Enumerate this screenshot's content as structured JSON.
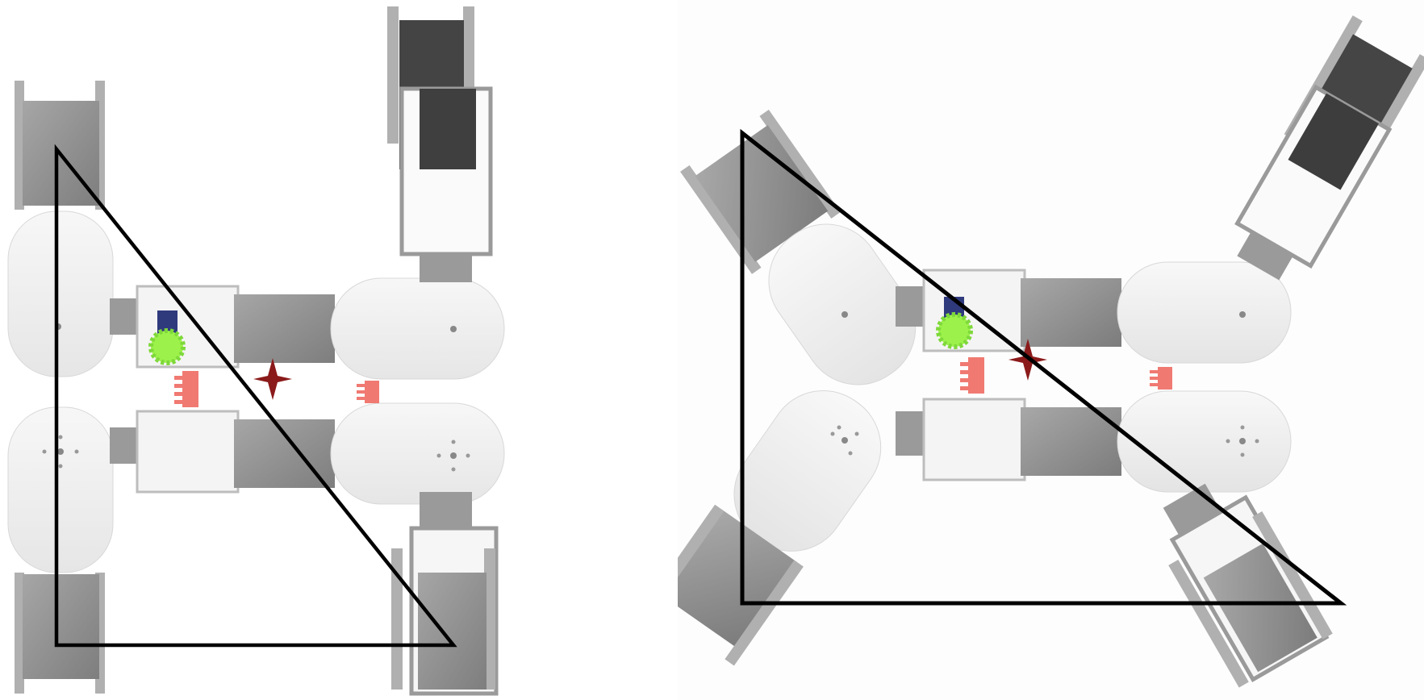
{
  "figure": {
    "panels": [
      {
        "id": "left",
        "legs": 4,
        "configuration": "straight"
      },
      {
        "id": "right",
        "legs": 4,
        "configuration": "splayed"
      }
    ],
    "colors": {
      "background": "#ffffff",
      "module_white": "#efefef",
      "servo_grey": "#8f8f8f",
      "servo_dark": "#3f3f3f",
      "bracket": "#b5b5b5",
      "gear": "#9cf24a",
      "rack": "#f07a72",
      "battery": "#2f3a7d",
      "center_of_mass": "#8b1a1a",
      "support_polygon": "#000000"
    },
    "icons": [
      "center-of-mass-marker-icon",
      "spur-gear-icon",
      "rack-icon"
    ]
  }
}
